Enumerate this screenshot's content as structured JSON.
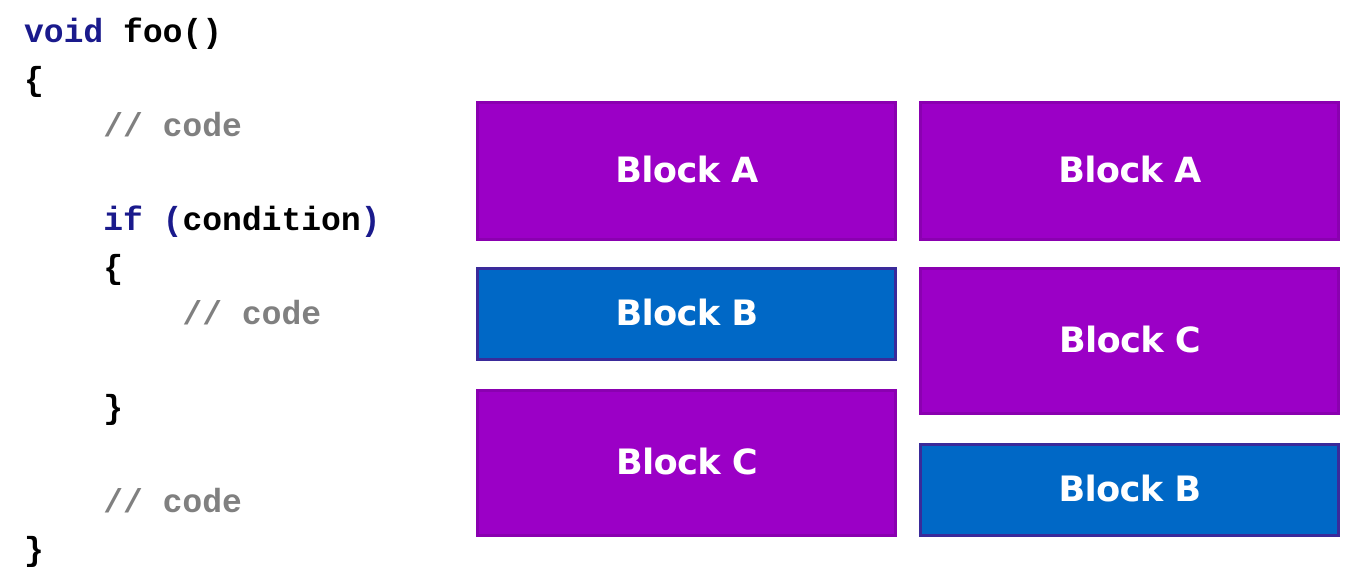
{
  "code": {
    "l1_kw": "void",
    "l1_rest": " foo()",
    "l2": "{",
    "l3": "    // code",
    "l5_kw": "    if",
    "l5_paren": " (",
    "l5_text": "condition",
    "l5_close": ")",
    "l6": "    {",
    "l7": "        // code",
    "l9": "    }",
    "l11": "    // code",
    "l12": "}"
  },
  "left_column": {
    "block_a": "Block A",
    "block_b": "Block B",
    "block_c": "Block C"
  },
  "right_column": {
    "block_a": "Block A",
    "block_c": "Block C",
    "block_b": "Block B"
  },
  "colors": {
    "purple": "#9b00c6",
    "blue": "#0068c6",
    "keyword": "#1a1a8c",
    "comment": "#808080"
  }
}
